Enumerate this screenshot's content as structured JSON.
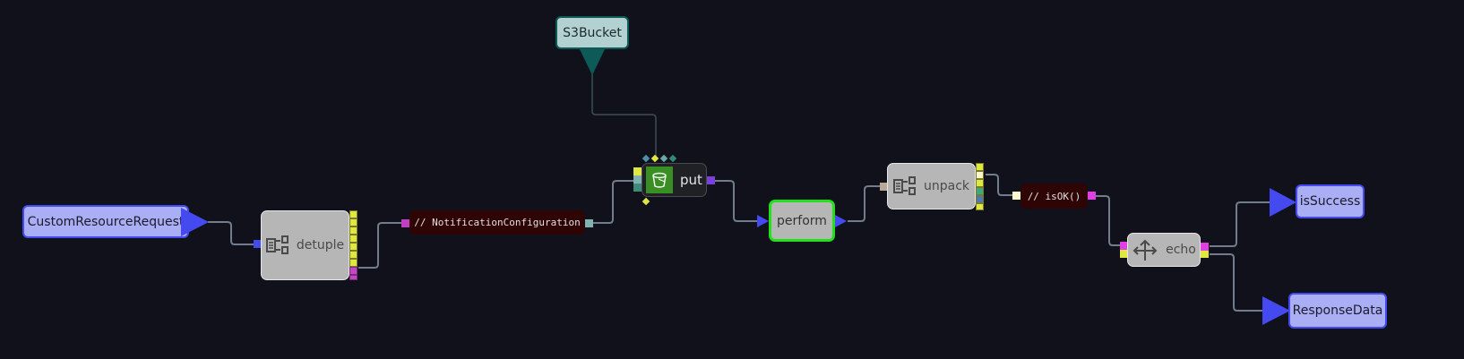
{
  "nodes": {
    "custom_resource_request": {
      "label": "CustomResourceRequest",
      "kind": "input"
    },
    "detuple": {
      "label": "detuple",
      "icon": "detuple-icon"
    },
    "notification_configuration": {
      "label": "// NotificationConfiguration",
      "kind": "comment"
    },
    "s3bucket": {
      "label": "S3Bucket",
      "kind": "resource"
    },
    "put": {
      "label": "put",
      "icon": "bucket-icon"
    },
    "perform": {
      "label": "perform"
    },
    "unpack": {
      "label": "unpack",
      "icon": "unpack-icon"
    },
    "is_ok": {
      "label": "// isOK()",
      "kind": "comment"
    },
    "echo": {
      "label": "echo",
      "icon": "split-arrows-icon"
    },
    "is_success": {
      "label": "isSuccess",
      "kind": "output"
    },
    "response_data": {
      "label": "ResponseData",
      "kind": "output"
    }
  },
  "colors": {
    "background": "#10111a",
    "io_fill": "#a9aef5",
    "io_border": "#4549f0",
    "perform_border": "#22e01a",
    "resource_fill": "#b3d1d1",
    "resource_border": "#0e5a58",
    "comment_fill": "#2e0405",
    "wire": "#717c8c"
  }
}
